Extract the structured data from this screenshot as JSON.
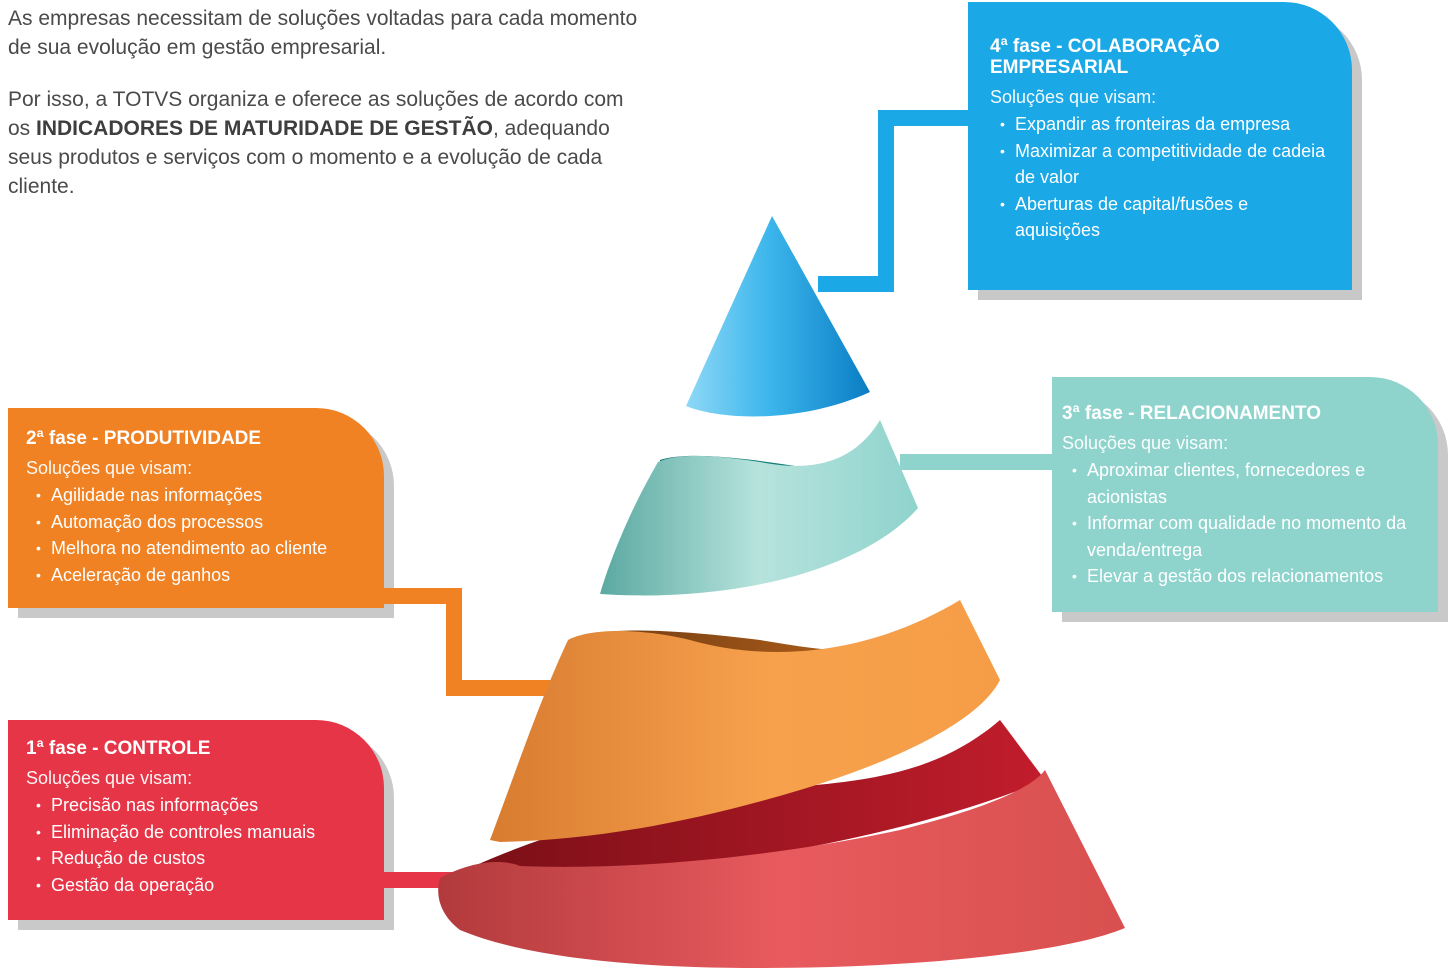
{
  "intro": {
    "paragraph1": "As empresas necessitam de soluções voltadas para cada momento de sua evolução em gestão empresarial.",
    "paragraph2_before": "Por isso, a TOTVS organiza e oferece as soluções de acordo com os ",
    "paragraph2_bold": "INDICADORES DE MATURIDADE DE GESTÃO",
    "paragraph2_after": ", adequando seus produtos e serviços com o momento e a evolução de cada cliente."
  },
  "colors": {
    "phase1": "#e73548",
    "phase2": "#f08224",
    "phase3": "#8fd3cd",
    "phase4": "#1aa8e6"
  },
  "phases": {
    "phase4": {
      "title": "4ª fase - COLABORAÇÃO EMPRESARIAL",
      "subtitle": "Soluções que visam:",
      "items": [
        "Expandir as fronteiras da empresa",
        "Maximizar a competitividade de cadeia de valor",
        "Aberturas de capital/fusões e aquisições"
      ]
    },
    "phase3": {
      "title": "3ª fase - RELACIONAMENTO",
      "subtitle": "Soluções que visam:",
      "items": [
        "Aproximar clientes, fornecedores e acionistas",
        "Informar com qualidade no momento da venda/entrega",
        "Elevar a gestão dos relacionamentos"
      ]
    },
    "phase2": {
      "title": "2ª fase - PRODUTIVIDADE",
      "subtitle": "Soluções que visam:",
      "items": [
        "Agilidade nas informações",
        "Automação dos processos",
        "Melhora no atendimento ao cliente",
        "Aceleração de ganhos"
      ]
    },
    "phase1": {
      "title": "1ª fase - CONTROLE",
      "subtitle": "Soluções que visam:",
      "items": [
        "Precisão nas informações",
        "Eliminação de controles manuais",
        "Redução de custos",
        "Gestão da operação"
      ]
    }
  }
}
